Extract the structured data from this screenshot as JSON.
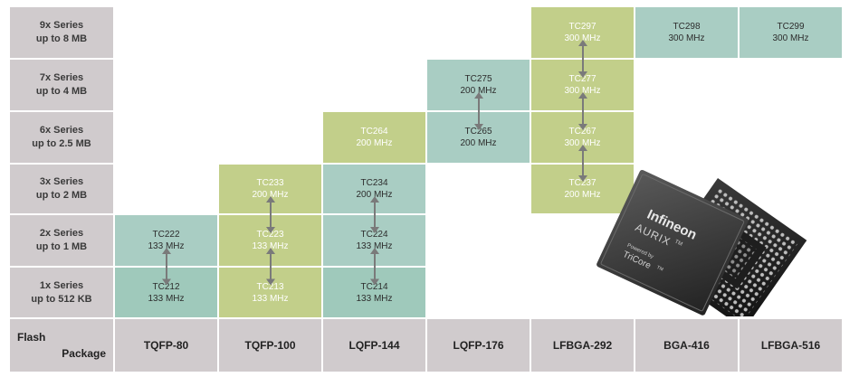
{
  "rows": [
    {
      "line1": "9x Series",
      "line2": "up to 8 MB"
    },
    {
      "line1": "7x Series",
      "line2": "up to 4 MB"
    },
    {
      "line1": "6x Series",
      "line2": "up to 2.5 MB"
    },
    {
      "line1": "3x Series",
      "line2": "up to 2 MB"
    },
    {
      "line1": "2x Series",
      "line2": "up to 1 MB"
    },
    {
      "line1": "1x Series",
      "line2": "up to 512 KB"
    }
  ],
  "corner": {
    "flash": "Flash",
    "package": "Package"
  },
  "packages": [
    "TQFP-80",
    "TQFP-100",
    "LQFP-144",
    "LQFP-176",
    "LFBGA-292",
    "BGA-416",
    "LFBGA-516"
  ],
  "cells": [
    {
      "name": "TC222",
      "freq": "133 MHz",
      "col": 0,
      "row": 4,
      "color": "teal"
    },
    {
      "name": "TC212",
      "freq": "133 MHz",
      "col": 0,
      "row": 5,
      "color": "teal2"
    },
    {
      "name": "TC233",
      "freq": "200 MHz",
      "col": 1,
      "row": 3,
      "color": "green"
    },
    {
      "name": "TC223",
      "freq": "133 MHz",
      "col": 1,
      "row": 4,
      "color": "green"
    },
    {
      "name": "TC213",
      "freq": "133 MHz",
      "col": 1,
      "row": 5,
      "color": "green"
    },
    {
      "name": "TC264",
      "freq": "200 MHz",
      "col": 2,
      "row": 2,
      "color": "green"
    },
    {
      "name": "TC234",
      "freq": "200 MHz",
      "col": 2,
      "row": 3,
      "color": "teal"
    },
    {
      "name": "TC224",
      "freq": "133 MHz",
      "col": 2,
      "row": 4,
      "color": "teal"
    },
    {
      "name": "TC214",
      "freq": "133 MHz",
      "col": 2,
      "row": 5,
      "color": "teal2"
    },
    {
      "name": "TC275",
      "freq": "200 MHz",
      "col": 3,
      "row": 1,
      "color": "teal"
    },
    {
      "name": "TC265",
      "freq": "200 MHz",
      "col": 3,
      "row": 2,
      "color": "teal"
    },
    {
      "name": "TC297",
      "freq": "300 MHz",
      "col": 4,
      "row": 0,
      "color": "green"
    },
    {
      "name": "TC277",
      "freq": "300 MHz",
      "col": 4,
      "row": 1,
      "color": "green"
    },
    {
      "name": "TC267",
      "freq": "300 MHz",
      "col": 4,
      "row": 2,
      "color": "green"
    },
    {
      "name": "TC237",
      "freq": "200 MHz",
      "col": 4,
      "row": 3,
      "color": "green"
    },
    {
      "name": "TC298",
      "freq": "300 MHz",
      "col": 5,
      "row": 0,
      "color": "teal"
    },
    {
      "name": "TC299",
      "freq": "300 MHz",
      "col": 6,
      "row": 0,
      "color": "teal"
    }
  ],
  "arrows": [
    {
      "col": 0,
      "fromRow": 4,
      "toRow": 5
    },
    {
      "col": 1,
      "fromRow": 3,
      "toRow": 4
    },
    {
      "col": 1,
      "fromRow": 4,
      "toRow": 5
    },
    {
      "col": 2,
      "fromRow": 3,
      "toRow": 4
    },
    {
      "col": 2,
      "fromRow": 4,
      "toRow": 5
    },
    {
      "col": 3,
      "fromRow": 1,
      "toRow": 2
    },
    {
      "col": 4,
      "fromRow": 0,
      "toRow": 1
    },
    {
      "col": 4,
      "fromRow": 1,
      "toRow": 2
    },
    {
      "col": 4,
      "fromRow": 2,
      "toRow": 3
    }
  ],
  "chip": {
    "brand": "Infineon",
    "product": "AURIX",
    "trademark": "TM",
    "powered": "Powered by",
    "core": "TriCore"
  },
  "colors": {
    "label_bg": "#d0cbcd",
    "teal": "#a9cdc3",
    "green": "#c2cf8a",
    "arrow": "#7a7a7a"
  }
}
